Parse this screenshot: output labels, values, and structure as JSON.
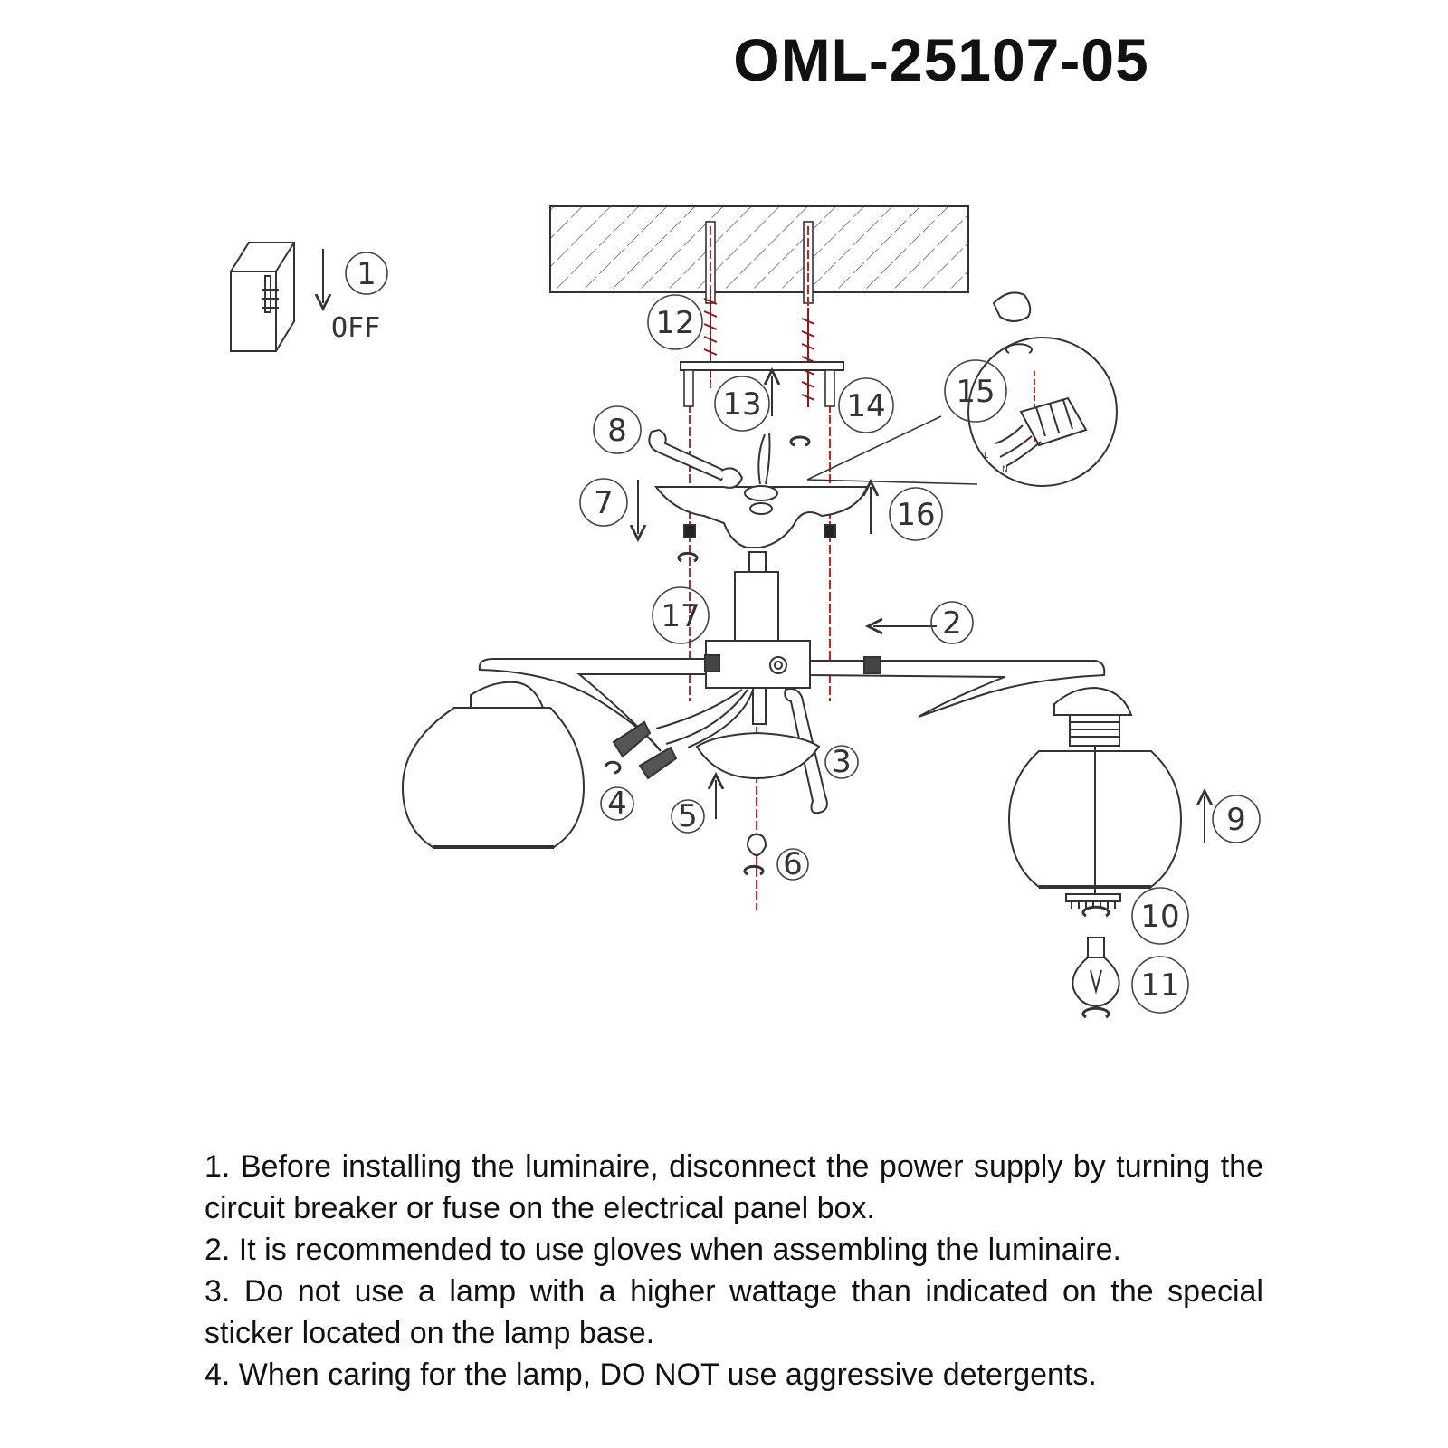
{
  "title": "OML-25107-05",
  "step_labels": {
    "s1": "1",
    "s2": "2",
    "s3": "3",
    "s4": "4",
    "s5": "5",
    "s6": "6",
    "s7": "7",
    "s8": "8",
    "s9": "9",
    "s10": "10",
    "s11": "11",
    "s12": "12",
    "s13": "13",
    "s14": "14",
    "s15": "15",
    "s16": "16",
    "s17": "17"
  },
  "switch_label": "OFF",
  "wire_labels": {
    "l": "L",
    "n": "N"
  },
  "colors": {
    "line": "#333333",
    "guide": "#cc2222",
    "hatch": "#555555"
  },
  "icons": [
    "light-switch-icon",
    "wrench-icon",
    "screw-icon",
    "rotate-arrow-icon",
    "light-bulb-icon",
    "hand-icon",
    "terminal-block-icon"
  ],
  "notes": [
    "1. Before installing the luminaire, disconnect the power supply by turning the circuit breaker or fuse on the electrical panel box.",
    "2. It is recommended to use gloves when assembling the luminaire.",
    "3. Do not use a lamp with a higher wattage than indicated on the special sticker located on the lamp base.",
    "4. When caring for the lamp, DO NOT use aggressive detergents."
  ]
}
